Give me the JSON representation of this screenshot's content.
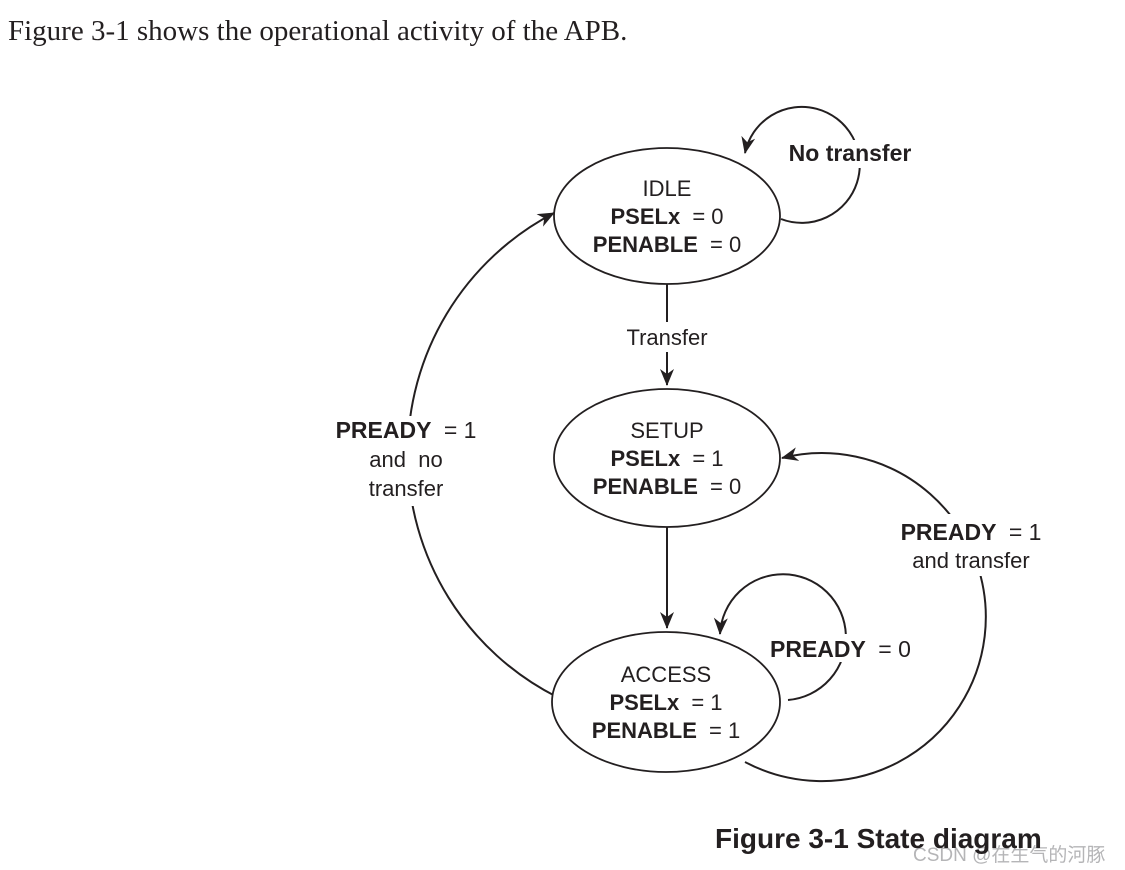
{
  "page": {
    "intro": "Figure 3-1 shows the operational activity of the APB.",
    "caption": "Figure 3-1 State diagram",
    "watermark": "CSDN @在生气的河豚"
  },
  "states": {
    "idle": {
      "name": "IDLE",
      "psel_key": "PSELx",
      "psel_val": "= 0",
      "penable_key": "PENABLE",
      "penable_val": "= 0"
    },
    "setup": {
      "name": "SETUP",
      "psel_key": "PSELx",
      "psel_val": "= 1",
      "penable_key": "PENABLE",
      "penable_val": "= 0"
    },
    "access": {
      "name": "ACCESS",
      "psel_key": "PSELx",
      "psel_val": "= 1",
      "penable_key": "PENABLE",
      "penable_val": "= 1"
    }
  },
  "transitions": {
    "idle_self": {
      "label": "No transfer"
    },
    "idle_to_setup": {
      "label": "Transfer"
    },
    "access_self": {
      "key": "PREADY",
      "val": "= 0"
    },
    "access_to_setup": {
      "key": "PREADY",
      "val": "= 1",
      "line2": "and transfer"
    },
    "access_to_idle": {
      "key": "PREADY",
      "val": "= 1",
      "line2": "and  no",
      "line3": "transfer"
    }
  },
  "colors": {
    "ink": "#231f20",
    "watermark": "#b5b5b7",
    "background": "#ffffff"
  }
}
